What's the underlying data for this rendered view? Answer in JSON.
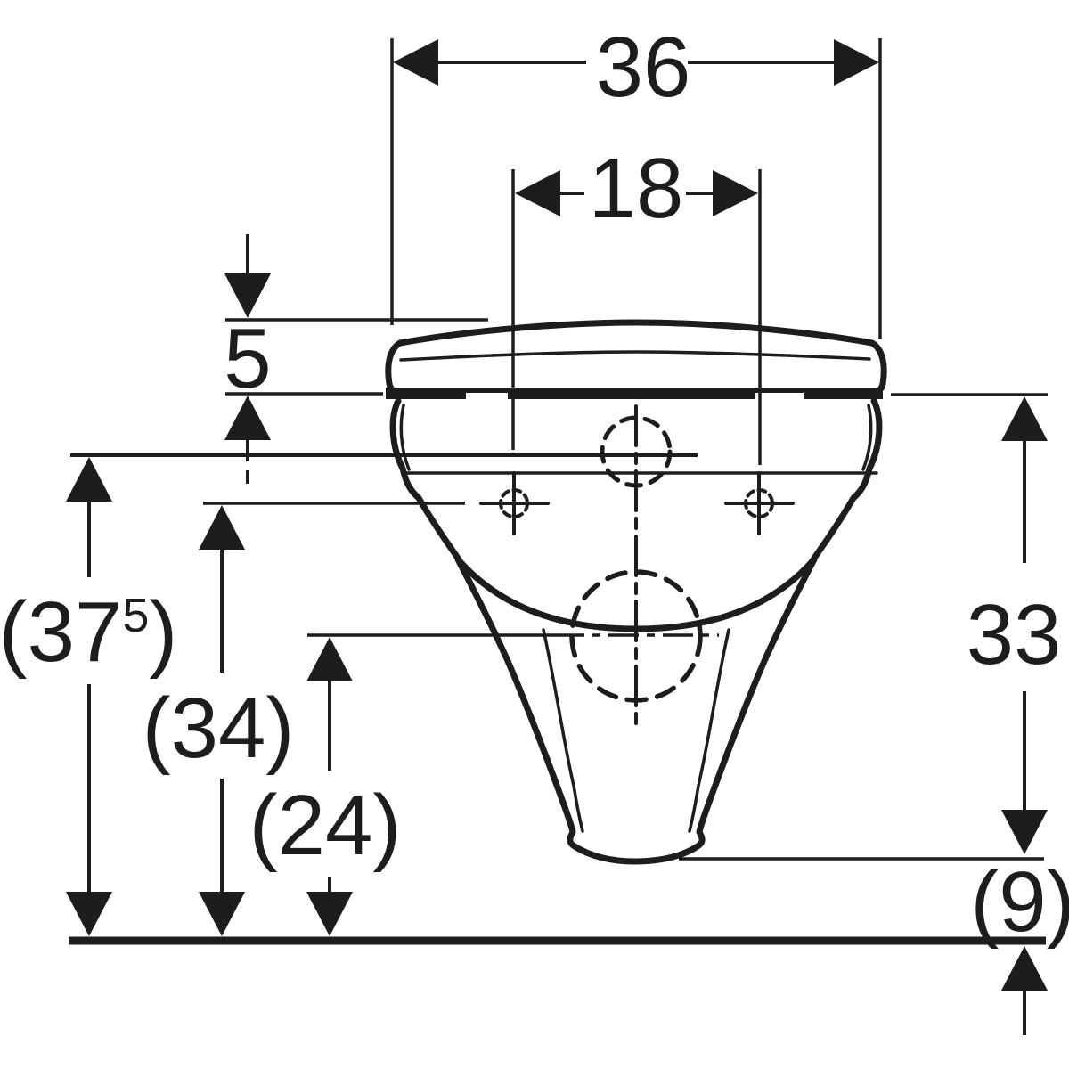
{
  "drawing": {
    "background": "#ffffff",
    "line_color": "#1d1d1b",
    "subject": "Wall-hung WC with seat lid - front elevation dimensional drawing",
    "units_note": "cm (implied by drawing)",
    "dims": {
      "overall_width": "36",
      "fixing_hole_spacing": "18",
      "seat_lid_thickness": "5",
      "overall_height": {
        "open": "(",
        "value": "37",
        "sup": "5",
        "close": ")"
      },
      "fixing_hole_height": "(34)",
      "outlet_centre_height": "(24)",
      "rim_height": "33",
      "bottom_clearance": "(9)"
    }
  }
}
